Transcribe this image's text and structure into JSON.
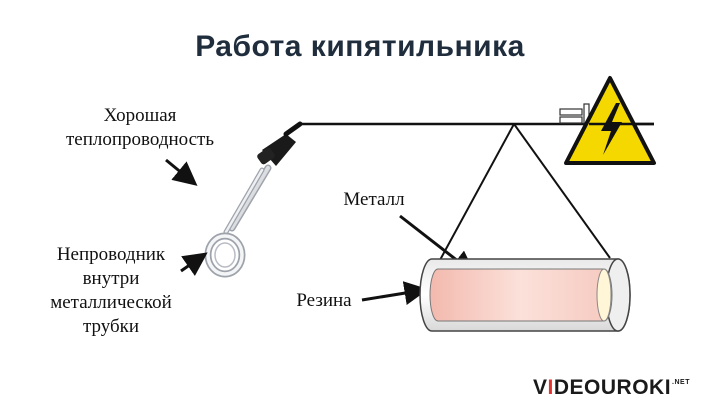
{
  "title": "Работа кипятильника",
  "labels": {
    "good_conductivity": [
      "Хорошая",
      "теплопроводность"
    ],
    "non_conductor": [
      "Непроводник",
      "внутри",
      "металлической",
      "трубки"
    ],
    "metal": "Металл",
    "rubber": "Резина"
  },
  "logo": {
    "part1": "V",
    "part2": "I",
    "part3": "DEOUROKI",
    "suffix": ".NET"
  },
  "colors": {
    "title": "#1f2d3d",
    "warning_sign": "#f5d800",
    "tube_inner": "#f6c9bf",
    "logo_accent": "#e3342f"
  },
  "icons": [
    "high-voltage-warning-icon",
    "immersion-heater-icon",
    "plug-icon"
  ]
}
